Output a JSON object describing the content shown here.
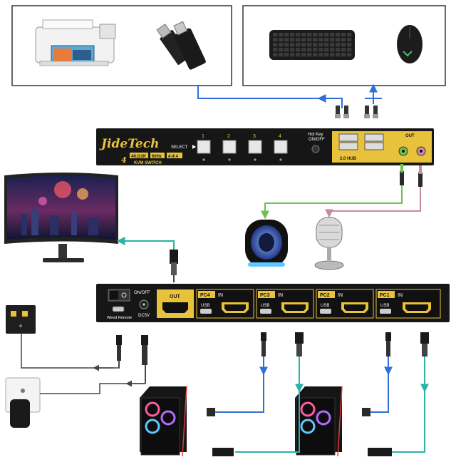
{
  "kvm_front": {
    "brand": "JideTech",
    "model_number": "4",
    "spec_badges": [
      "4K@2K",
      "60Hz",
      "4:4:4"
    ],
    "subtitle": "KVM SWITCH",
    "select_label": "SELECT",
    "port_numbers": [
      "1",
      "2",
      "3",
      "4"
    ],
    "hotkey_label_1": "Hot Key",
    "hotkey_label_2": "ON/OFF",
    "usb_hub_label": "2.0 HUB",
    "out_label": "OUT"
  },
  "kvm_back": {
    "on_off_label": "ON/OFF",
    "dc_label": "DC5V",
    "wired_remote_label": "Wired Remote",
    "out_label": "OUT",
    "usb_label": "USB",
    "in_label": "IN",
    "pc_labels": [
      "PC4",
      "PC3",
      "PC2",
      "PC1"
    ]
  },
  "colors": {
    "usb_link": "#2f6fd6",
    "hdmi_link": "#2ab3a8",
    "power_link": "#444444",
    "speaker_link": "#6cc24a",
    "mic_link": "#c98a9a",
    "panel_gold": "#e8c23a",
    "panel_black": "#161616"
  },
  "icons": [
    "printer-icon",
    "usb-drive-icon",
    "keyboard-icon",
    "mouse-icon",
    "monitor-icon",
    "speaker-icon",
    "microphone-icon",
    "wired-remote-icon",
    "power-adapter-icon",
    "pc-tower-icon"
  ]
}
